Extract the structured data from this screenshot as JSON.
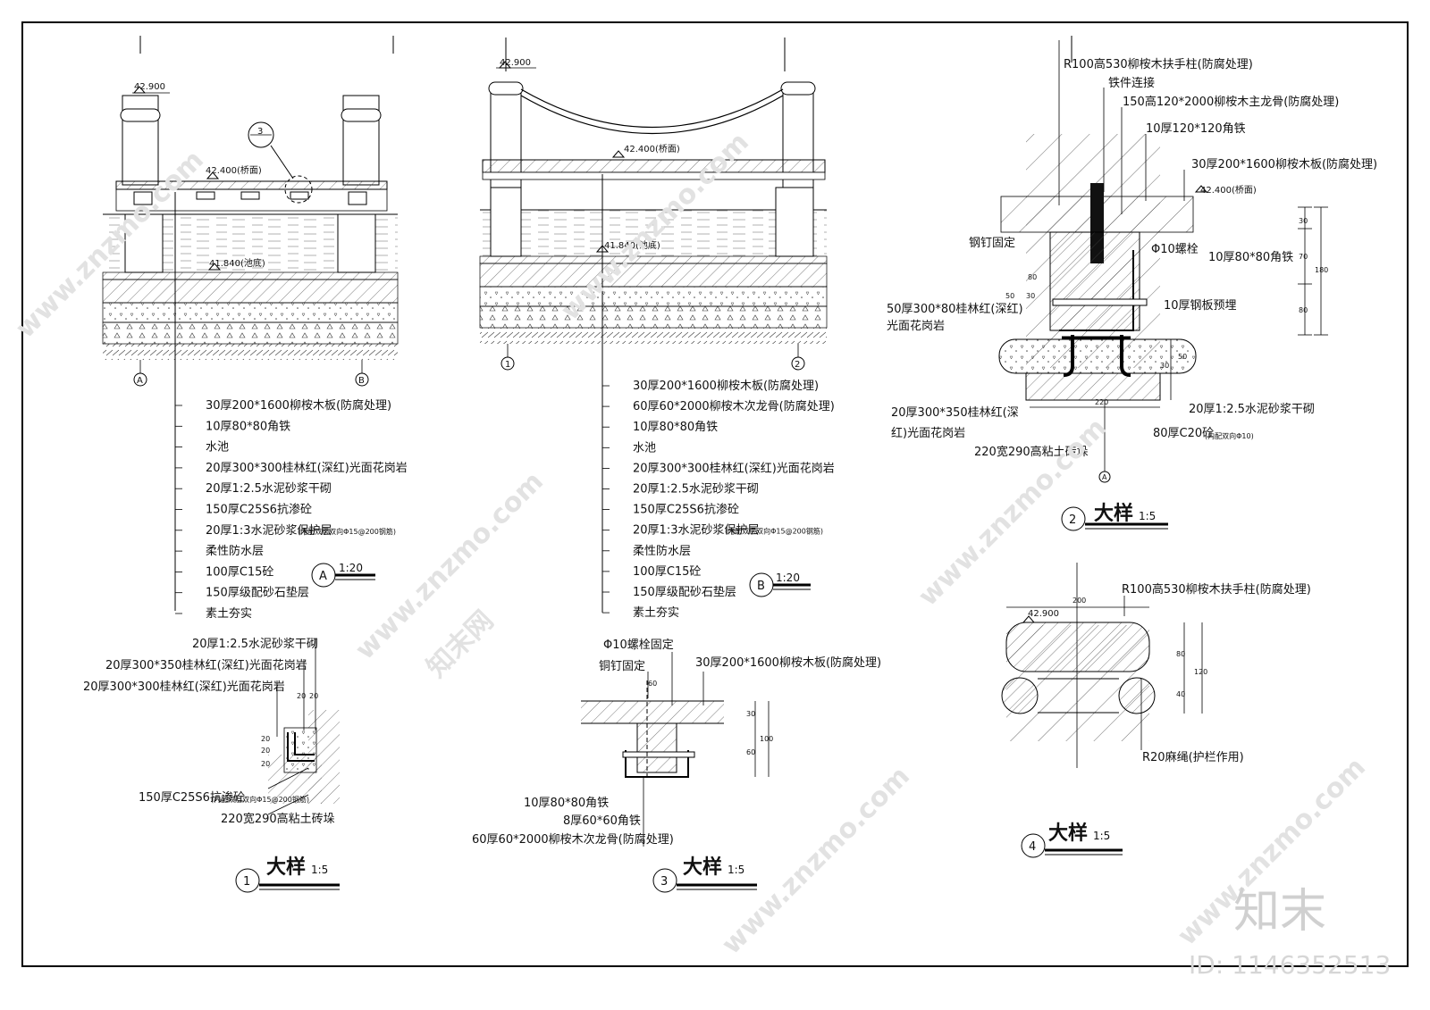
{
  "watermark": {
    "site": "www.znzmo.com",
    "brand": "知末网",
    "logo": "知末",
    "id_label": "ID: 1146352513"
  },
  "section_a": {
    "top_elev": "42.900",
    "deck_elev": "42.400(桥面)",
    "bottom_elev": "41.840(池底)",
    "detail_callout": "3",
    "grid_left": "A",
    "grid_right": "B",
    "layers": [
      "30厚200*1600柳桉木板(防腐处理)",
      "10厚80*80角铁",
      "水池",
      "20厚300*300桂林红(深红)光面花岗岩",
      "20厚1:2.5水泥砂浆干砌",
      "150厚C25S6抗渗砼",
      "20厚1:3水泥砂浆保护层",
      "柔性防水层",
      "100厚C15砼",
      "150厚级配砂石垫层",
      "素土夯实"
    ],
    "layer_note": "(内配双层双向Φ15@200钢筋)",
    "title_letter": "A",
    "scale": "1:20"
  },
  "section_b": {
    "top_elev": "42.900",
    "deck_elev": "42.400(桥面)",
    "bottom_elev": "41.840(池底)",
    "grid_left": "1",
    "grid_right": "2",
    "layers": [
      "30厚200*1600柳桉木板(防腐处理)",
      "60厚60*2000柳桉木次龙骨(防腐处理)",
      "10厚80*80角铁",
      "水池",
      "20厚300*300桂林红(深红)光面花岗岩",
      "20厚1:2.5水泥砂浆干砌",
      "150厚C25S6抗渗砼",
      "20厚1:3水泥砂浆保护层",
      "柔性防水层",
      "100厚C15砼",
      "150厚级配砂石垫层",
      "素土夯实"
    ],
    "layer_note": "(内配双层双向Φ15@200钢筋)",
    "title_letter": "B",
    "scale": "1:20"
  },
  "detail_1": {
    "labels": [
      "20厚1:2.5水泥砂浆干砌",
      "20厚300*350桂林红(深红)光面花岗岩",
      "20厚300*300桂林红(深红)光面花岗岩",
      "150厚C25S6抗渗砼",
      "220宽290高粘土砖垛"
    ],
    "note": "(内配双层双向Φ15@200钢筋)",
    "dims": [
      "20",
      "20",
      "20",
      "20",
      "20"
    ],
    "number": "1",
    "title": "大样",
    "scale": "1:5"
  },
  "detail_2": {
    "labels": [
      "R100高530柳桉木扶手柱(防腐处理)",
      "铁件连接",
      "150高120*2000柳桉木主龙骨(防腐处理)",
      "10厚120*120角铁",
      "30厚200*1600柳桉木板(防腐处理)",
      "42.400(桥面)",
      "钢钉固定",
      "Φ10螺栓",
      "10厚80*80角铁",
      "50厚300*80桂林红(深红)",
      "光面花岗岩",
      "10厚钢板预埋",
      "20厚300*350桂林红(深",
      "红)光面花岗岩",
      "20厚1:2.5水泥砂浆干砌",
      "80厚C20砼",
      "220宽290高粘土砖垛"
    ],
    "note": "(内配双向Φ10)",
    "dims_v": [
      "30",
      "70",
      "80",
      "180"
    ],
    "dims_misc": [
      "80",
      "50",
      "30",
      "30",
      "50",
      "220"
    ],
    "grid": "A",
    "number": "2",
    "title": "大样",
    "scale": "1:5"
  },
  "detail_3": {
    "labels": [
      "Φ10螺栓固定",
      "铜钉固定",
      "30厚200*1600柳桉木板(防腐处理)",
      "10厚80*80角铁",
      "8厚60*60角铁",
      "60厚60*2000柳桉木次龙骨(防腐处理)"
    ],
    "dims": [
      "60",
      "30",
      "60",
      "100"
    ],
    "number": "3",
    "title": "大样",
    "scale": "1:5"
  },
  "detail_4": {
    "labels": [
      "R100高530柳桉木扶手柱(防腐处理)",
      "R20麻绳(护栏作用)"
    ],
    "elev": "42.900",
    "dims": [
      "200",
      "80",
      "40",
      "120"
    ],
    "number": "4",
    "title": "大样",
    "scale": "1:5"
  }
}
